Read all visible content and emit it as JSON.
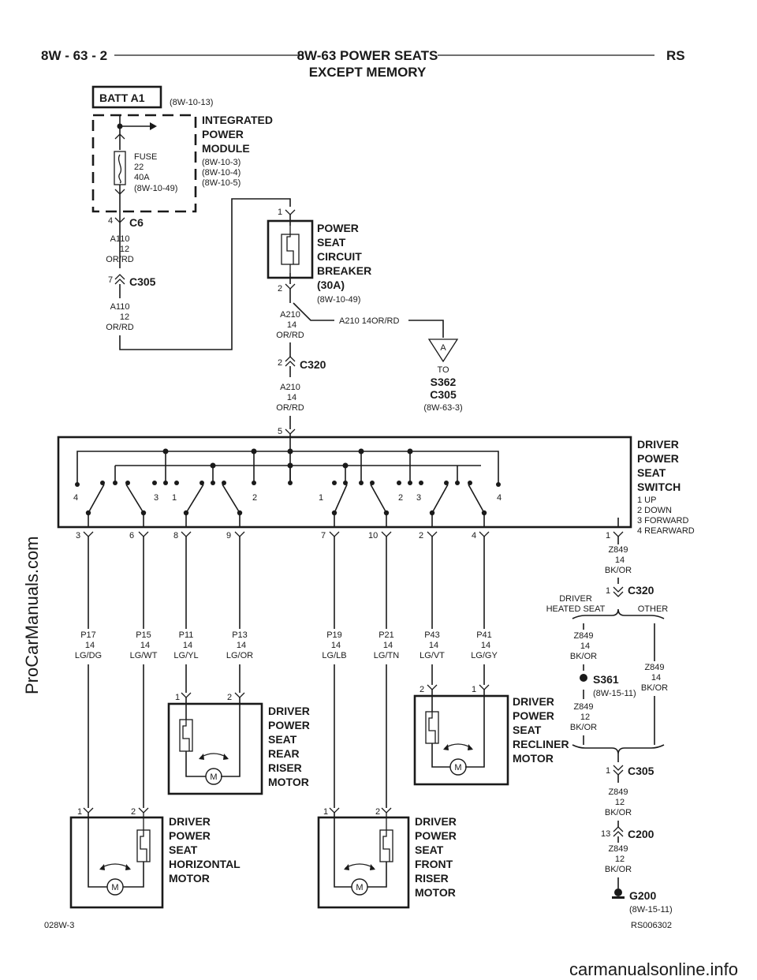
{
  "header": {
    "page_ref": "8W - 63 - 2",
    "title_line1": "8W-63 POWER SEATS",
    "title_line2": "EXCEPT MEMORY",
    "model": "RS"
  },
  "batt": {
    "label": "BATT A1",
    "ref": "(8W-10-13)"
  },
  "ipm": {
    "title": [
      "INTEGRATED",
      "POWER",
      "MODULE"
    ],
    "refs": [
      "(8W-10-3)",
      "(8W-10-4)",
      "(8W-10-5)"
    ],
    "fuse": [
      "FUSE",
      "22",
      "40A",
      "(8W-10-49)"
    ]
  },
  "connectors": {
    "c6": {
      "name": "C6",
      "pin": "4"
    },
    "c305_top": {
      "name": "C305",
      "pin": "7"
    },
    "c320_top": {
      "name": "C320",
      "pin": "2"
    },
    "c320_gnd": {
      "name": "C320",
      "pin": "1"
    },
    "c305_gnd": {
      "name": "C305",
      "pin": "1"
    },
    "c200": {
      "name": "C200",
      "pin": "13"
    }
  },
  "wires": {
    "a110_1": [
      "A110",
      "12",
      "OR/RD"
    ],
    "a110_2": [
      "A110",
      "12",
      "OR/RD"
    ],
    "a210_1": [
      "A210",
      "14",
      "OR/RD"
    ],
    "a210_branch": "A210    14OR/RD",
    "a210_2": [
      "A210",
      "14",
      "OR/RD"
    ],
    "z849_1": [
      "Z849",
      "14",
      "BK/OR"
    ],
    "z849_2": [
      "Z849",
      "14",
      "BK/OR"
    ],
    "z849_3": [
      "Z849",
      "12",
      "BK/OR"
    ],
    "z849_other": [
      "Z849",
      "14",
      "BK/OR"
    ],
    "z849_4": [
      "Z849",
      "12",
      "BK/OR"
    ],
    "z849_5": [
      "Z849",
      "12",
      "BK/OR"
    ]
  },
  "breaker": {
    "title": [
      "POWER",
      "SEAT",
      "CIRCUIT",
      "BREAKER",
      "(30A)"
    ],
    "ref": "(8W-10-49)",
    "pin_top": "1",
    "pin_bottom": "2"
  },
  "offpage": {
    "letter": "A",
    "to": "TO",
    "targets": [
      "S362",
      "C305"
    ],
    "ref": "(8W-63-3)"
  },
  "switch": {
    "title": [
      "DRIVER",
      "POWER",
      "SEAT",
      "SWITCH"
    ],
    "legend": [
      "1 UP",
      "2 DOWN",
      "3 FORWARD",
      "4 REARWARD"
    ],
    "input_pin": "5",
    "position_labels": [
      "4",
      "3",
      "1",
      "2",
      "1",
      "2",
      "3",
      "4"
    ],
    "output_pins": [
      "3",
      "6",
      "8",
      "9",
      "7",
      "10",
      "2",
      "4",
      "1"
    ]
  },
  "circuits": [
    {
      "name": "P17",
      "gauge": "14",
      "color": "LG/DG"
    },
    {
      "name": "P15",
      "gauge": "14",
      "color": "LG/WT"
    },
    {
      "name": "P11",
      "gauge": "14",
      "color": "LG/YL"
    },
    {
      "name": "P13",
      "gauge": "14",
      "color": "LG/OR"
    },
    {
      "name": "P19",
      "gauge": "14",
      "color": "LG/LB"
    },
    {
      "name": "P21",
      "gauge": "14",
      "color": "LG/TN"
    },
    {
      "name": "P43",
      "gauge": "14",
      "color": "LG/VT"
    },
    {
      "name": "P41",
      "gauge": "14",
      "color": "LG/GY"
    }
  ],
  "ground": {
    "branch_left": [
      "DRIVER",
      "HEATED SEAT"
    ],
    "branch_right": "OTHER",
    "splice": {
      "name": "S361",
      "ref": "(8W-15-11)"
    },
    "g200": {
      "name": "G200",
      "ref": "(8W-15-11)"
    }
  },
  "motors": {
    "rear_riser": {
      "title": [
        "DRIVER",
        "POWER",
        "SEAT",
        "REAR",
        "RISER",
        "MOTOR"
      ],
      "pins": [
        "1",
        "2"
      ],
      "symbol": "M"
    },
    "recliner": {
      "title": [
        "DRIVER",
        "POWER",
        "SEAT",
        "RECLINER",
        "MOTOR"
      ],
      "pins": [
        "2",
        "1"
      ],
      "symbol": "M"
    },
    "horizontal": {
      "title": [
        "DRIVER",
        "POWER",
        "SEAT",
        "HORIZONTAL",
        "MOTOR"
      ],
      "pins": [
        "1",
        "2"
      ],
      "symbol": "M"
    },
    "front_riser": {
      "title": [
        "DRIVER",
        "POWER",
        "SEAT",
        "FRONT",
        "RISER",
        "MOTOR"
      ],
      "pins": [
        "1",
        "2"
      ],
      "symbol": "M"
    }
  },
  "footer": {
    "left": "028W-3",
    "right": "RS006302"
  },
  "watermarks": {
    "side": "ProCarManuals.com",
    "bottom": "carmanualsonline.info"
  }
}
